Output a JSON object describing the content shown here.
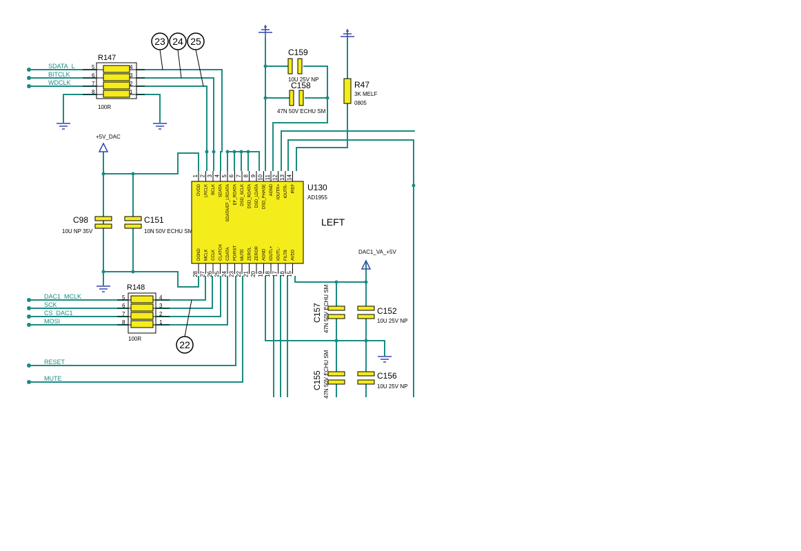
{
  "nets": {
    "sdata_l": "SDATA_L",
    "bitclk": "BITCLK",
    "wdclk": "WDCLK",
    "dac1_mclk": "DAC1_MCLK",
    "sck": "SCK",
    "cs_dac1": "CS_DAC1",
    "mosi": "MOSI",
    "reset": "RESET",
    "mute": "MUTE"
  },
  "power": {
    "v5_dac": "+5V_DAC",
    "dac1_va": "DAC1_VA_+5V"
  },
  "resistors": {
    "r147": {
      "ref": "R147",
      "value": "100R",
      "pins_left": [
        "5",
        "6",
        "7",
        "8"
      ],
      "pins_right": [
        "4",
        "3",
        "2",
        "1"
      ]
    },
    "r148": {
      "ref": "R148",
      "value": "100R",
      "pins_left": [
        "5",
        "6",
        "7",
        "8"
      ],
      "pins_right": [
        "4",
        "3",
        "2",
        "1"
      ]
    },
    "r47": {
      "ref": "R47",
      "value": "3K MELF",
      "package": "0805"
    }
  },
  "capacitors": {
    "c98": {
      "ref": "C98",
      "value": "10U NP 35V"
    },
    "c151": {
      "ref": "C151",
      "value": "10N 50V ECHU SM"
    },
    "c159": {
      "ref": "C159",
      "value": "10U 25V NP"
    },
    "c158": {
      "ref": "C158",
      "value": "47N 50V ECHU SM"
    },
    "c157": {
      "ref": "C157",
      "value": "47N 50V ECHU SM"
    },
    "c152": {
      "ref": "C152",
      "value": "10U 25V NP"
    },
    "c155": {
      "ref": "C155",
      "value": "47N 50V ECHU SM"
    },
    "c156": {
      "ref": "C156",
      "value": "10U 25V NP"
    }
  },
  "ic": {
    "ref": "U130",
    "part": "AD1955",
    "label": "LEFT",
    "top_pins": [
      "1",
      "2",
      "3",
      "4",
      "5",
      "6",
      "7",
      "8",
      "9",
      "10",
      "11",
      "12",
      "13",
      "14"
    ],
    "top_names": [
      "DVDD",
      "LRCLK",
      "BCLK",
      "SDATA",
      "SDATA/EF_LRDATA",
      "EF_RDATA",
      "DSD_SCLK",
      "DSD_RDATA",
      "DSD_LDATA",
      "DSD_PHASE",
      "AGND",
      "IOUTR+",
      "IOUTR-",
      "IREF"
    ],
    "bottom_pins": [
      "28",
      "27",
      "26",
      "25",
      "24",
      "23",
      "22",
      "21",
      "20",
      "19",
      "18",
      "17",
      "16",
      "15"
    ],
    "bottom_names": [
      "DGND",
      "MCLK",
      "CCLK",
      "CLATCH",
      "CDATA",
      "PD/RST",
      "MUTE",
      "ZEROL",
      "ZEROR",
      "AGND",
      "IOUTL+",
      "IOUTL-",
      "FILTB",
      "AVDD"
    ]
  },
  "callouts": [
    "23",
    "24",
    "25",
    "22"
  ]
}
